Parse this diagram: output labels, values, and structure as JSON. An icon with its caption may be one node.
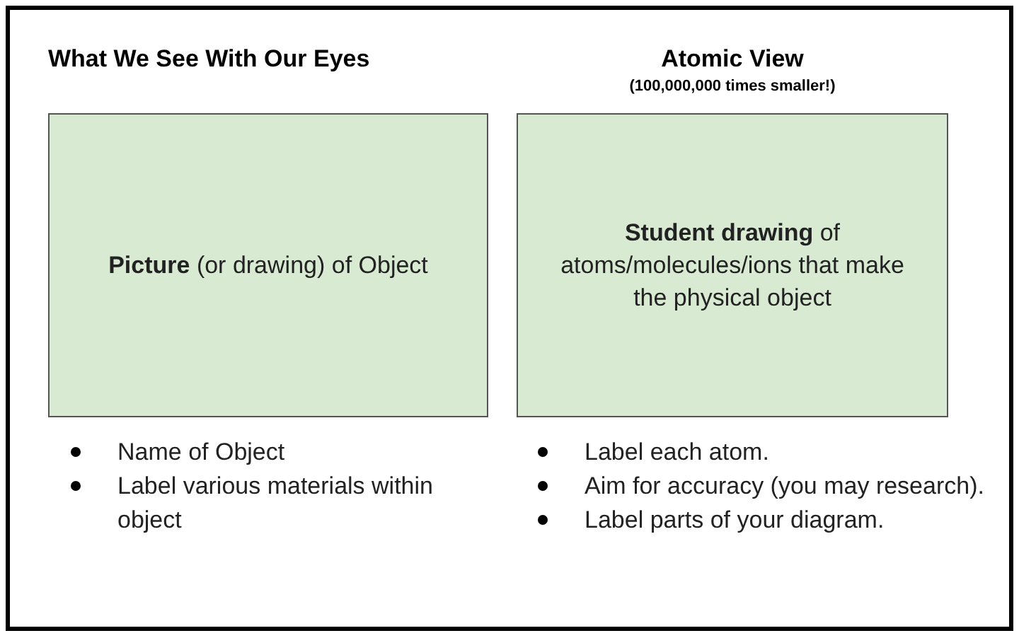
{
  "diagram": {
    "nodes": [
      {
        "text": [
          "What We See With Our Eyes",
          "**Picture** (or drawing) of Object"
        ]
      },
      {
        "text": [
          "Atomic View",
          "(100,000,000 times smaller!)",
          "**Student drawing** of atoms/molecules/ions that make the physical object"
        ]
      }
    ],
    "labels": [
      "Name of Object",
      "Label various materials within object",
      "Label each atom.",
      "Aim for accuracy (you may research).",
      "Label parts of your diagram."
    ]
  }
}
